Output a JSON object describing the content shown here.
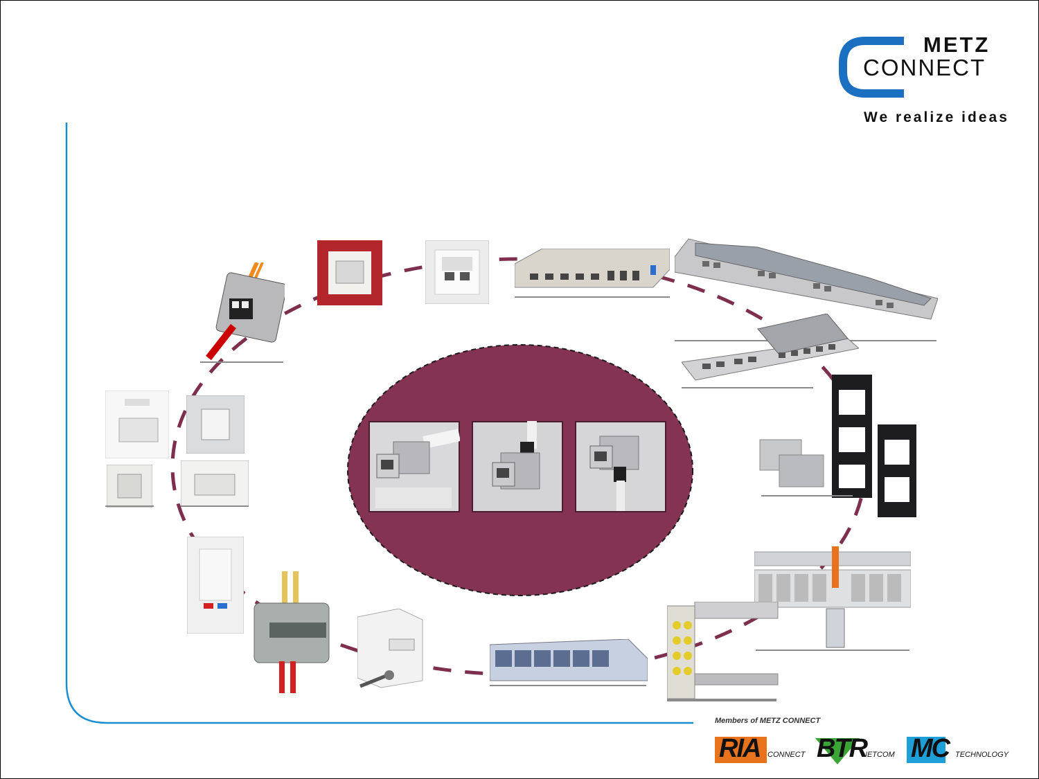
{
  "brand": {
    "logo_top": "METZ",
    "logo_bottom": "CONNECT",
    "tagline": "We realize ideas",
    "members_label": "Members of METZ CONNECT",
    "members": [
      {
        "main": "RIA",
        "sub": "CONNECT",
        "color": "#e8731c"
      },
      {
        "main": "BTR",
        "sub": "NETCOM",
        "color": "#3aa535"
      },
      {
        "main": "MC",
        "sub": "TECHNOLOGY",
        "color": "#1e9fd8"
      }
    ]
  },
  "colors": {
    "accent_blue": "#1a8fd0",
    "ring": "#7e2f4e",
    "center": "#853352"
  }
}
